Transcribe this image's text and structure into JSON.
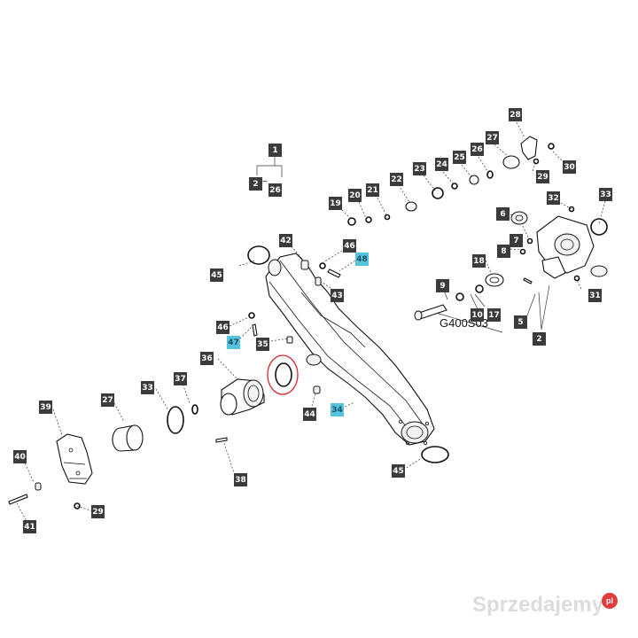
{
  "diagram": {
    "code": "G400S03",
    "dash_separator": "~",
    "callouts": [
      {
        "id": "t1",
        "label": "1",
        "style": "dark"
      },
      {
        "id": "t2a",
        "label": "2",
        "style": "dark"
      },
      {
        "id": "t26a",
        "label": "26",
        "style": "dark"
      },
      {
        "id": "t28",
        "label": "28",
        "style": "dark"
      },
      {
        "id": "t27",
        "label": "27",
        "style": "dark"
      },
      {
        "id": "t26",
        "label": "26",
        "style": "dark"
      },
      {
        "id": "t25",
        "label": "25",
        "style": "dark"
      },
      {
        "id": "t24",
        "label": "24",
        "style": "dark"
      },
      {
        "id": "t23",
        "label": "23",
        "style": "dark"
      },
      {
        "id": "t22",
        "label": "22",
        "style": "dark"
      },
      {
        "id": "t21",
        "label": "21",
        "style": "dark"
      },
      {
        "id": "t20",
        "label": "20",
        "style": "dark"
      },
      {
        "id": "t19",
        "label": "19",
        "style": "dark"
      },
      {
        "id": "t30",
        "label": "30",
        "style": "dark"
      },
      {
        "id": "t29a",
        "label": "29",
        "style": "dark"
      },
      {
        "id": "t32",
        "label": "32",
        "style": "dark"
      },
      {
        "id": "t33a",
        "label": "33",
        "style": "dark"
      },
      {
        "id": "t6",
        "label": "6",
        "style": "dark"
      },
      {
        "id": "t7",
        "label": "7",
        "style": "dark"
      },
      {
        "id": "t8",
        "label": "8",
        "style": "dark"
      },
      {
        "id": "t18",
        "label": "18",
        "style": "dark"
      },
      {
        "id": "t9",
        "label": "9",
        "style": "dark"
      },
      {
        "id": "t10",
        "label": "10",
        "style": "dark"
      },
      {
        "id": "t17",
        "label": "17",
        "style": "dark"
      },
      {
        "id": "t5",
        "label": "5",
        "style": "dark"
      },
      {
        "id": "t31",
        "label": "31",
        "style": "dark"
      },
      {
        "id": "t2b",
        "label": "2",
        "style": "dark"
      },
      {
        "id": "t42",
        "label": "42",
        "style": "dark"
      },
      {
        "id": "t46a",
        "label": "46",
        "style": "dark"
      },
      {
        "id": "t48",
        "label": "48",
        "style": "blue"
      },
      {
        "id": "t45a",
        "label": "45",
        "style": "dark"
      },
      {
        "id": "t43",
        "label": "43",
        "style": "dark"
      },
      {
        "id": "t46b",
        "label": "46",
        "style": "dark"
      },
      {
        "id": "t47",
        "label": "47",
        "style": "blue"
      },
      {
        "id": "t35",
        "label": "35",
        "style": "dark"
      },
      {
        "id": "t36",
        "label": "36",
        "style": "dark"
      },
      {
        "id": "t33b",
        "label": "33",
        "style": "dark"
      },
      {
        "id": "t37",
        "label": "37",
        "style": "dark"
      },
      {
        "id": "t27b",
        "label": "27",
        "style": "dark"
      },
      {
        "id": "t39",
        "label": "39",
        "style": "dark"
      },
      {
        "id": "t44",
        "label": "44",
        "style": "dark"
      },
      {
        "id": "t34",
        "label": "34",
        "style": "blue"
      },
      {
        "id": "t45b",
        "label": "45",
        "style": "dark"
      },
      {
        "id": "t38",
        "label": "38",
        "style": "dark"
      },
      {
        "id": "t40",
        "label": "40",
        "style": "dark"
      },
      {
        "id": "t29b",
        "label": "29",
        "style": "dark"
      },
      {
        "id": "t41",
        "label": "41",
        "style": "dark"
      }
    ]
  },
  "watermark": {
    "text": "Sprzedajemy",
    "suffix": "pl"
  },
  "colors": {
    "tag_dark": "#3b3b3b",
    "tag_dark_text": "#ffffff",
    "tag_blue": "#55c3dc",
    "tag_blue_text": "#1b4f63",
    "highlight_ring": "#d9262c",
    "line": "#111111"
  }
}
